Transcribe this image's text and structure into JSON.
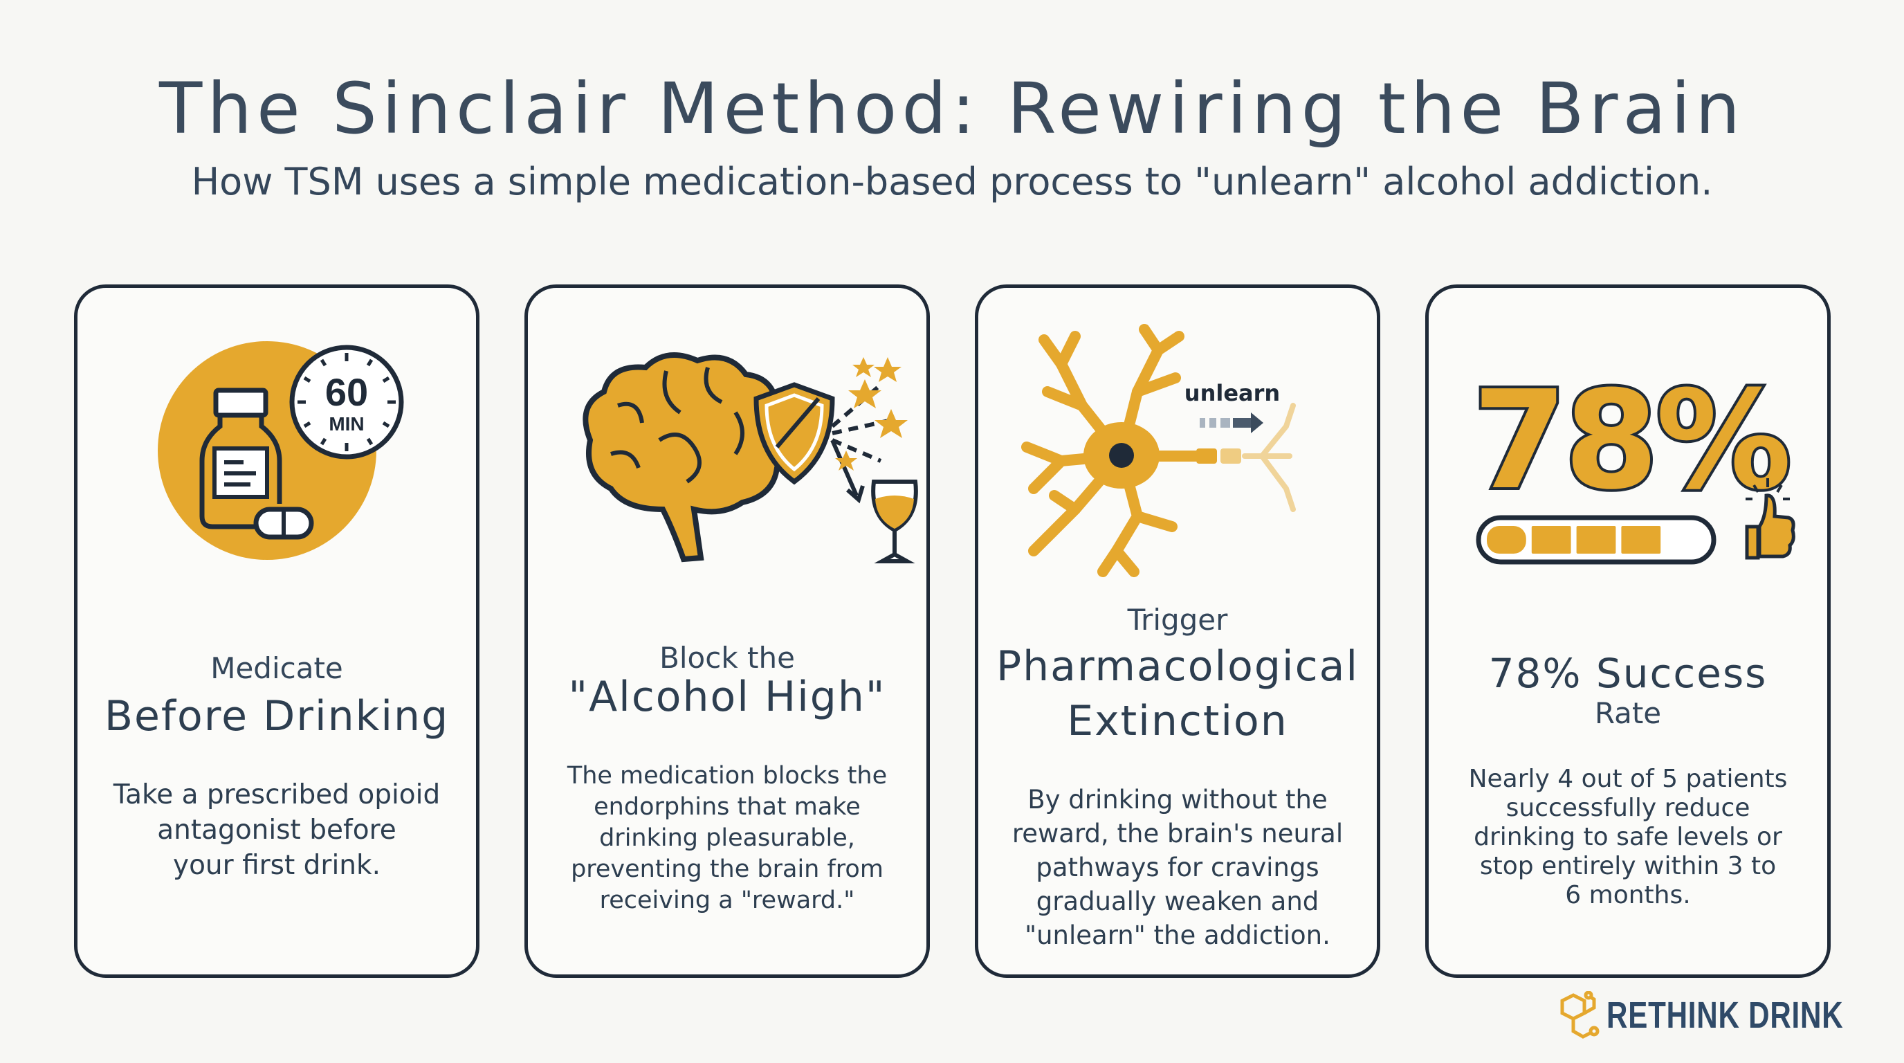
{
  "header": {
    "title": "The Sinclair Method: Rewiring the Brain",
    "subtitle": "How TSM uses a simple medication-based process to \"unlearn\" alcohol addiction."
  },
  "colors": {
    "accent": "#e5a82e",
    "ink": "#1f2a38",
    "text": "#2d3e50",
    "background": "#f7f7f4"
  },
  "cards": [
    {
      "icon": "medication-bottle-pill-timer-icon",
      "timer_value": "60",
      "timer_unit": "MIN",
      "label": "Medicate",
      "heading": [
        "Before Drinking"
      ],
      "body": [
        "Take a prescribed opioid",
        "antagonist before",
        "your first drink."
      ]
    },
    {
      "icon": "brain-shield-blocking-reward-icon",
      "label": "Block the",
      "heading": [
        "\"Alcohol High\""
      ],
      "body": [
        "The medication blocks the",
        "endorphins that make",
        "drinking pleasurable,",
        "preventing the brain from",
        "receiving a \"reward.\""
      ]
    },
    {
      "icon": "neuron-fading-pathway-icon",
      "icon_label": "unlearn",
      "label": "Trigger",
      "heading": [
        "Pharmacological",
        "Extinction"
      ],
      "body": [
        "By drinking without the",
        "reward, the brain's neural",
        "pathways for cravings",
        "gradually weaken and",
        "\"unlearn\" the addiction."
      ]
    },
    {
      "icon": "progress-bar-thumbs-up-icon",
      "stat": "78%",
      "progress_percent": 78,
      "heading": [
        "78% Success"
      ],
      "label": "Rate",
      "body": [
        "Nearly 4 out of 5 patients",
        "successfully reduce",
        "drinking to safe levels or",
        "stop entirely within 3 to",
        "6 months."
      ]
    }
  ],
  "brand": {
    "name": "RETHINK DRINK",
    "icon": "hexagon-molecule-logo-icon"
  }
}
